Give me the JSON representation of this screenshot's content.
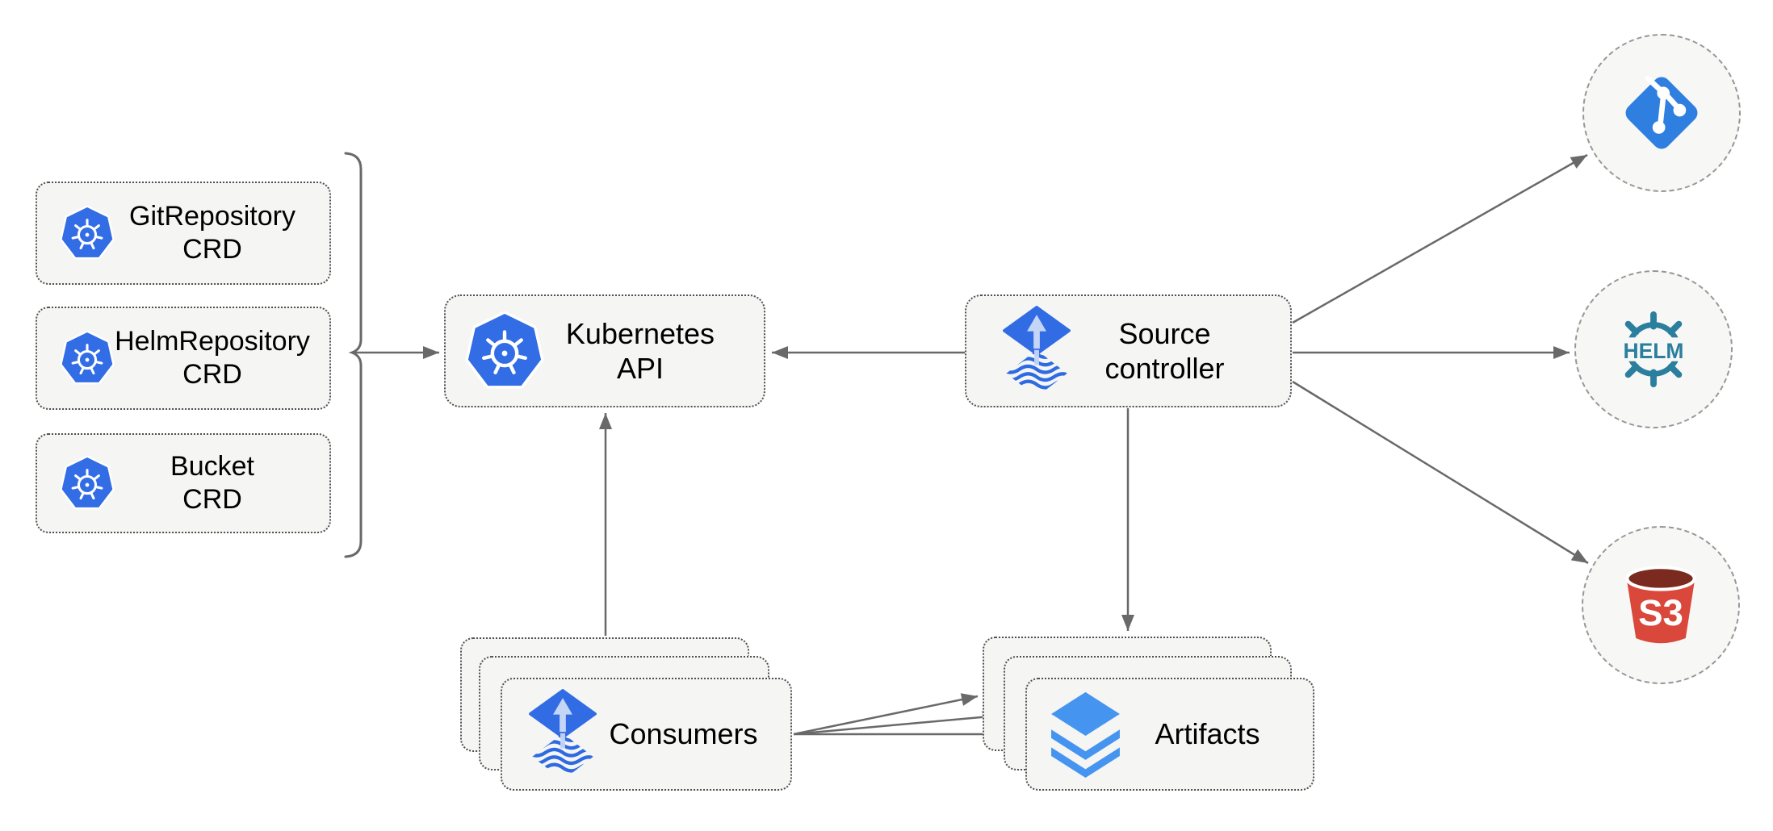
{
  "nodes": {
    "crd_boxes": [
      {
        "line1": "GitRepository",
        "line2": "CRD"
      },
      {
        "line1": "HelmRepository",
        "line2": "CRD"
      },
      {
        "line1": "Bucket",
        "line2": "CRD"
      }
    ],
    "kubernetes_api": {
      "label": "Kubernetes API"
    },
    "source_controller": {
      "line1": "Source",
      "line2": "controller"
    },
    "consumers": {
      "label": "Consumers"
    },
    "artifacts": {
      "label": "Artifacts"
    }
  },
  "external_sources": {
    "git": {
      "icon": "git-icon"
    },
    "helm": {
      "icon": "helm-icon",
      "label": "HELM"
    },
    "s3": {
      "icon": "s3-icon",
      "label": "S3"
    }
  },
  "edges": [
    {
      "from": "crd-group-bracket",
      "to": "kubernetes-api"
    },
    {
      "from": "source-controller",
      "to": "kubernetes-api"
    },
    {
      "from": "consumers",
      "to": "kubernetes-api"
    },
    {
      "from": "source-controller",
      "to": "artifacts"
    },
    {
      "from": "source-controller",
      "to": "git"
    },
    {
      "from": "source-controller",
      "to": "helm"
    },
    {
      "from": "source-controller",
      "to": "s3"
    },
    {
      "from": "consumers",
      "to": "artifacts"
    },
    {
      "from": "consumers",
      "to": "artifacts"
    },
    {
      "from": "consumers",
      "to": "artifacts"
    }
  ],
  "colors": {
    "kubernetes_blue": "#326de6",
    "flux_blue": "#316ce4",
    "flux_arrow_light": "#c5d5f6",
    "flux_wave": "#2e6be2",
    "layers_blue": "#4594f0",
    "git_blue": "#2f7fe0",
    "helm_teal": "#2b7f9e",
    "s3_red": "#d9483b",
    "s3_dark": "#7a2a1e",
    "node_fill": "#f5f5f3",
    "circle_fill": "#f7f7f5",
    "connector_gray": "#696969"
  }
}
